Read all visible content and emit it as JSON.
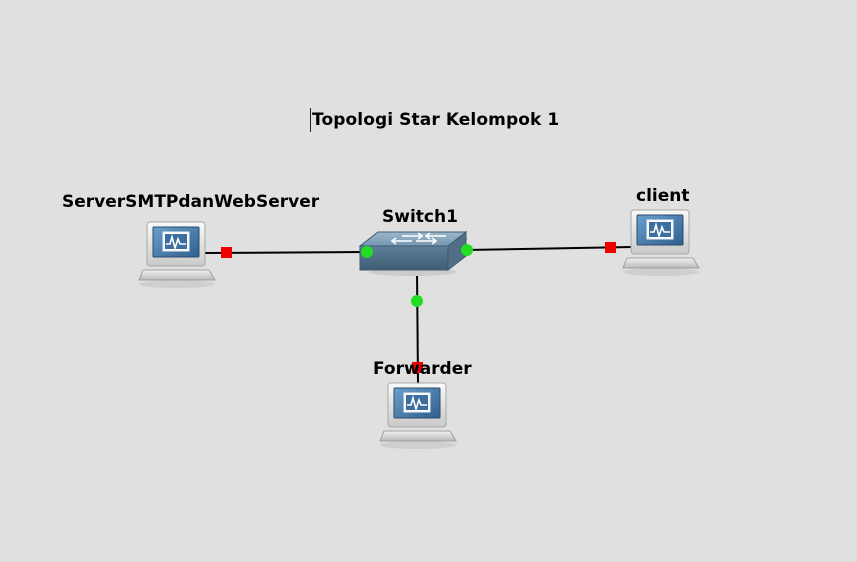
{
  "title": "Topologi Star Kelompok 1",
  "nodes": {
    "server": {
      "label": "ServerSMTPdanWebServer",
      "type": "host"
    },
    "switch": {
      "label": "Switch1",
      "type": "switch"
    },
    "client": {
      "label": "client",
      "type": "host"
    },
    "forwarder": {
      "label": "Forwarder",
      "type": "host"
    }
  },
  "links": [
    {
      "from": "server",
      "to": "switch",
      "status_from": "down",
      "status_to": "up"
    },
    {
      "from": "switch",
      "to": "client",
      "status_from": "up",
      "status_to": "down"
    },
    {
      "from": "switch",
      "to": "forwarder",
      "status_from": "up",
      "status_to": "down"
    }
  ],
  "colors": {
    "background": "#e0e0e0",
    "link": "#000000",
    "status_up": "#22dd22",
    "status_down": "#ee0000",
    "screen": "#4f86b8",
    "switch_body": "#6f94ae"
  }
}
